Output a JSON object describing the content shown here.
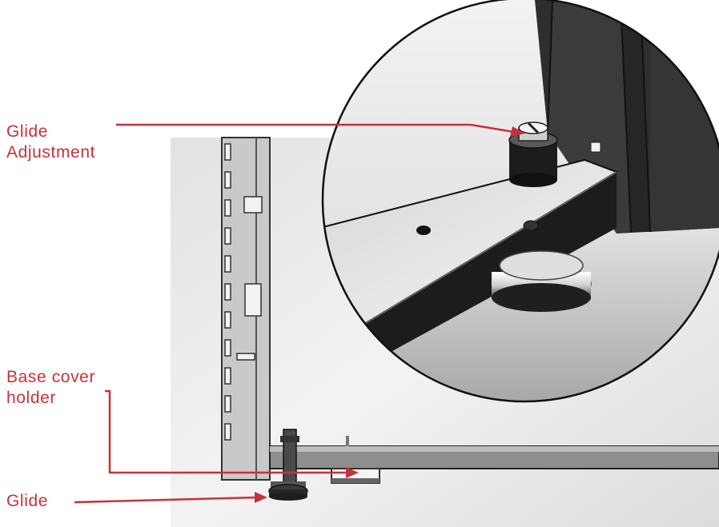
{
  "labels": {
    "glide_adjustment": "Glide\nAdjustment",
    "base_cover_holder": "Base cover\nholder",
    "glide": "Glide"
  },
  "colors": {
    "callout": "#c8313a",
    "frame_dark": "#2a2a2a",
    "panel_light": "#ededed"
  }
}
